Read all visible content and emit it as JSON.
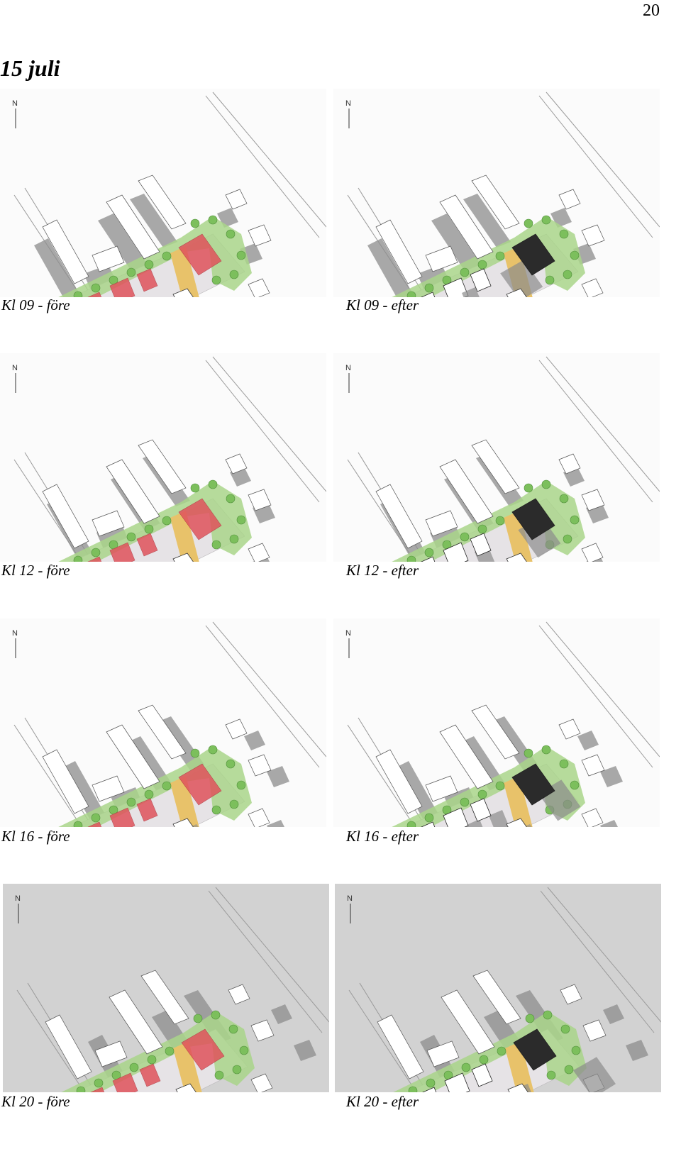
{
  "page_number": "20",
  "title": "15 juli",
  "north_label": "N",
  "panels": [
    {
      "caption": "Kl 09 - före",
      "time": "09",
      "variant": "fore"
    },
    {
      "caption": "Kl 09 - efter",
      "time": "09",
      "variant": "efter"
    },
    {
      "caption": "Kl 12 - före",
      "time": "12",
      "variant": "fore"
    },
    {
      "caption": "Kl 12 - efter",
      "time": "12",
      "variant": "efter"
    },
    {
      "caption": "Kl 16 - före",
      "time": "16",
      "variant": "fore"
    },
    {
      "caption": "Kl 16 - efter",
      "time": "16",
      "variant": "efter"
    },
    {
      "caption": "Kl 20 - före",
      "time": "20",
      "variant": "fore"
    },
    {
      "caption": "Kl 20 - efter",
      "time": "20",
      "variant": "efter"
    }
  ],
  "colors": {
    "proposed_building_fore": "#e0535c",
    "proposed_building_efter": "#2b2b2b",
    "greenery": "#a9d58a",
    "path": "#e8c26a",
    "paving": "#e6e3e6",
    "shadow": "#8c8c8c"
  }
}
